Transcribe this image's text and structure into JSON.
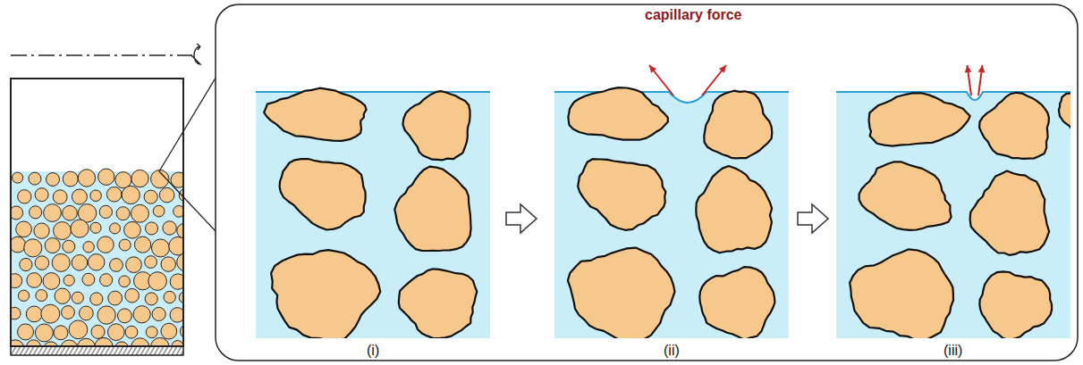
{
  "diagram": {
    "labels": [
      "capillary force",
      "(i)",
      "(ii)",
      "(iii)"
    ]
  }
}
